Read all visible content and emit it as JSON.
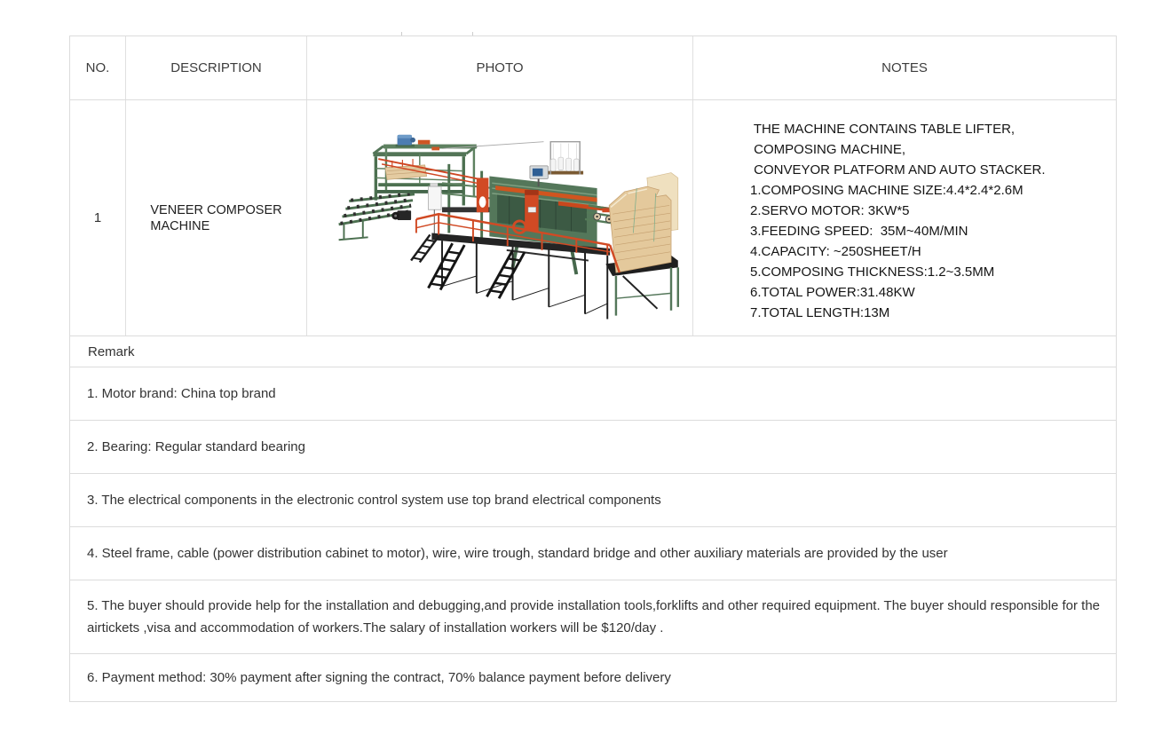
{
  "table": {
    "headers": [
      "NO.",
      "DESCRIPTION",
      "PHOTO",
      "NOTES"
    ],
    "row": {
      "no": "1",
      "description_lines": [
        "VENEER COMPOSER",
        "MACHINE"
      ],
      "notes_lines": [
        " THE MACHINE CONTAINS TABLE LIFTER,",
        " COMPOSING MACHINE,",
        " CONVEYOR PLATFORM AND AUTO STACKER.",
        "1.COMPOSING MACHINE SIZE:4.4*2.4*2.6M",
        "2.SERVO MOTOR: 3KW*5",
        "3.FEEDING SPEED:  35M~40M/MIN",
        "4.CAPACITY: ~250SHEET/H",
        "5.COMPOSING THICKNESS:1.2~3.5MM",
        "6.TOTAL POWER:31.48KW",
        "7.TOTAL LENGTH:13M"
      ]
    },
    "remark_header": "Remark",
    "remarks": [
      "1. Motor brand: China top brand",
      "2. Bearing: Regular standard bearing",
      "3. The electrical components in the electronic control system use top brand electrical components",
      "4. Steel frame, cable (power distribution cabinet to motor), wire, wire trough, standard bridge and other auxiliary materials are provided by the user",
      "5. The buyer should provide help for the installation and debugging,and provide installation tools,forklifts and other required equipment. The buyer should responsible for the airtickets ,visa and accommodation of workers.The salary of installation workers will be $120/day .",
      "6. Payment method: 30% payment after signing the contract, 70% balance payment before delivery"
    ]
  },
  "photo": {
    "subject": "veneer composer machine line with table lifter, composing machine, conveyor platform and auto stacker"
  },
  "colors": {
    "border": "#dcdcdc",
    "text": "#333333",
    "notes_text": "#141414",
    "machine_green": "#54775a",
    "machine_red": "#d14a24",
    "platform_black": "#242424",
    "veneer_wood": "#e4c99c",
    "motor_blue": "#4d7db2"
  }
}
